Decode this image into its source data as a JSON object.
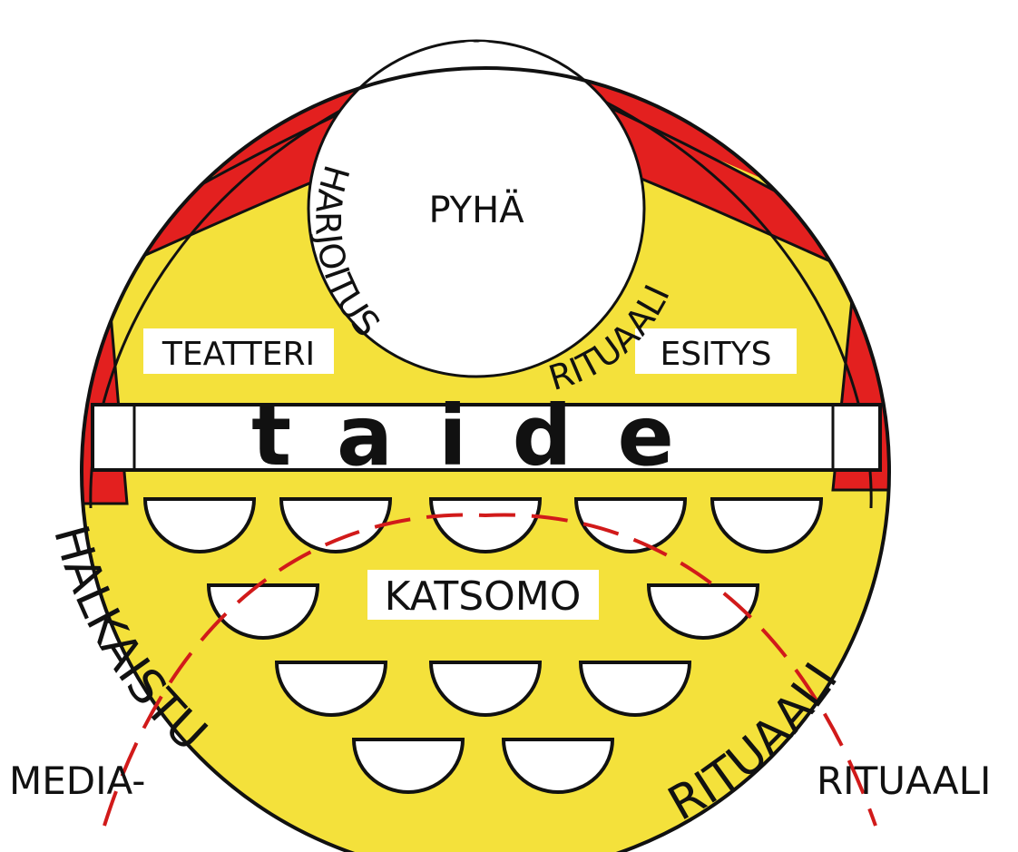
{
  "labels": {
    "sacred": "PYHÄ",
    "theatre": "TEATTERI",
    "performance": "ESITYS",
    "art": "taide",
    "auditorium": "KATSOMO",
    "media": "MEDIA-",
    "ritual_right": "RITUAALI"
  },
  "arcs": {
    "rehearsal": "HARJOITUS",
    "ritual_inner": "RITUAALI",
    "desire": "HALKAISTU",
    "ritual_outer": "RITUAALI"
  },
  "colors": {
    "curtain": "#e3201f",
    "disc": "#f4e13b",
    "outline": "#111111",
    "dash": "#d11a1a",
    "paper": "#ffffff"
  }
}
